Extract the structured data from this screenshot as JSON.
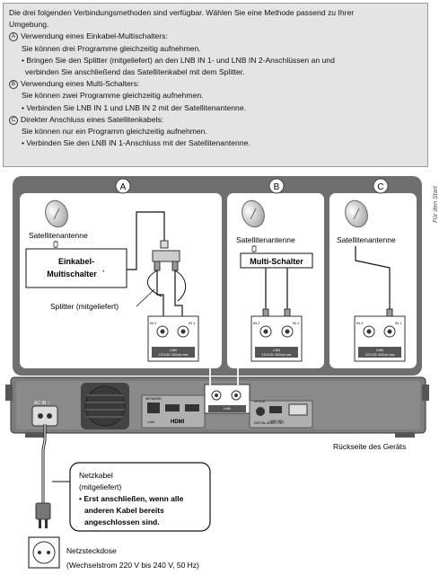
{
  "intro": {
    "line1": "Die drei folgenden Verbindungsmethoden sind verfügbar. Wählen Sie eine Methode passend zu Ihrer",
    "line2": "Umgebung.",
    "a_marker": "A",
    "a_title": "Verwendung eines Einkabel-Multischalters:",
    "a_desc": "Sie können drei Programme gleichzeitig aufnehmen.",
    "a_bullet1": "• Bringen Sie den Splitter (mitgeliefert) an den LNB IN 1- und LNB IN 2-Anschlüssen an und",
    "a_bullet2": "verbinden Sie anschließend das Satellitenkabel mit dem Splitter.",
    "b_marker": "B",
    "b_title": "Verwendung eines Multi-Schalters:",
    "b_desc": "Sie können zwei Programme gleichzeitig aufnehmen.",
    "b_bullet": "• Verbinden Sie LNB IN 1 und LNB IN 2 mit der Satellitenantenne.",
    "c_marker": "C",
    "c_title": "Direkter Anschluss eines Satellitenkabels:",
    "c_desc": "Sie können nur ein Programm gleichzeitig aufnehmen.",
    "c_bullet": "• Verbinden Sie den LNB IN 1-Anschluss mit der Satellitenantenne."
  },
  "sidebar": {
    "label": "Für den Start"
  },
  "diagram": {
    "panel_a": "A",
    "panel_b": "B",
    "panel_c": "C",
    "antenna_a": "Satellitenantenne",
    "antenna_b": "Satellitenantenne",
    "antenna_c": "Satellitenantenne",
    "multiswitch_a_l1": "Einkabel-",
    "multiswitch_a_l2": "Multischalter",
    "multiswitch_a_mark": "*",
    "multiswitch_b": "Multi-Schalter",
    "splitter_label": "Splitter (mitgeliefert)",
    "port_in2": "IN 2",
    "port_in1": "IN 1",
    "lnb": "LNB",
    "lnb_spec": "13V/18V 400mA max",
    "lnb_spec_c": "13V/18V 400mA max",
    "rear_label": "Rückseite des Geräts",
    "ac_in": "AC IN ~",
    "lan": "LAN",
    "hdmi": "HDMI",
    "digital_audio": "DIGITAL AUDIO OUT",
    "usb_hdd": "USB HDD",
    "network": "NETWORK",
    "optical": "OPTICAL",
    "power_cable_l1": "Netzkabel",
    "power_cable_l2": "(mitgeliefert)",
    "power_bullet1": "• Erst anschließen, wenn alle",
    "power_bullet2": "anderen Kabel bereits",
    "power_bullet3": "angeschlossen sind.",
    "outlet_l1": "Netzsteckdose",
    "outlet_l2": "(Wechselstrom 220 V bis 240 V, 50 Hz)"
  }
}
